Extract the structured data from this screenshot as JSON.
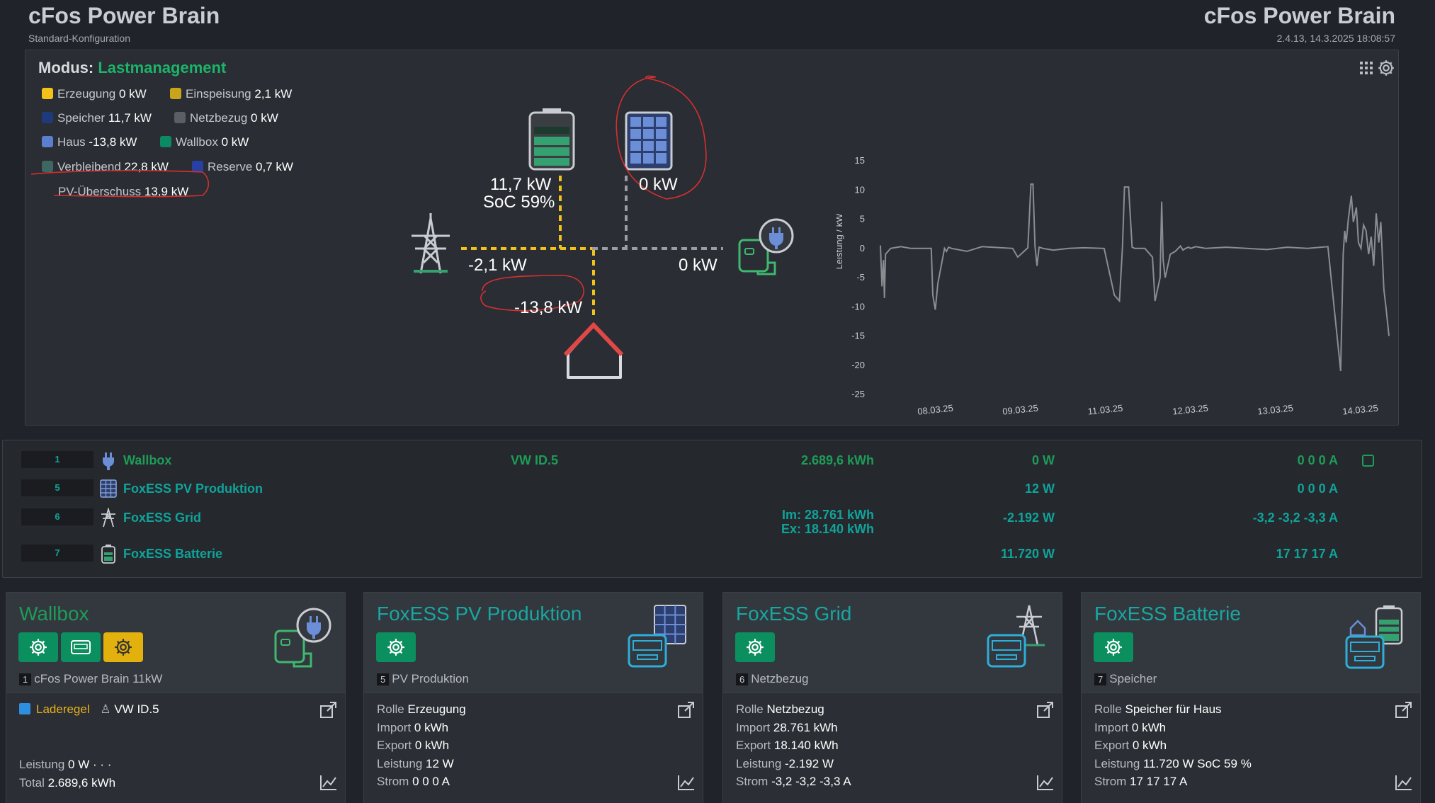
{
  "header": {
    "left_title": "cFos Power Brain",
    "left_sub": "Standard-Konfiguration",
    "right_title": "cFos Power Brain",
    "right_sub": "2.4.13, 14.3.2025 18:08:57"
  },
  "mode": {
    "label": "Modus:",
    "value": "Lastmanagement"
  },
  "legend": [
    {
      "label": "Erzeugung",
      "value": "0 kW",
      "color": "#f2c21b"
    },
    {
      "label": "Einspeisung",
      "value": "2,1 kW",
      "color": "#c9a319"
    },
    {
      "label": "Speicher",
      "value": "11,7 kW",
      "color": "#1e3a7a"
    },
    {
      "label": "Netzbezug",
      "value": "0 kW",
      "color": "#5b5e63"
    },
    {
      "label": "Haus",
      "value": "-13,8 kW",
      "color": "#5b7fcf"
    },
    {
      "label": "Wallbox",
      "value": "0 kW",
      "color": "#0b8a63"
    },
    {
      "label": "Verbleibend",
      "value": "22,8 kW",
      "color": "#3e6763"
    },
    {
      "label": "Reserve",
      "value": "0,7 kW",
      "color": "#2641a3"
    },
    {
      "label": "PV-Überschuss",
      "value": "13,9 kW",
      "color": ""
    }
  ],
  "flow": {
    "battery_kw": "11,7 kW",
    "battery_soc": "SoC 59%",
    "pv_kw": "0 kW",
    "grid_kw": "-2,1 kW",
    "wallbox_kw": "0 kW",
    "house_kw": "-13,8 kW"
  },
  "chart_data": {
    "type": "line",
    "ylabel": "Leistung / kW",
    "ylim": [
      -25,
      15
    ],
    "yticks": [
      15,
      10,
      5,
      0,
      -5,
      -10,
      -15,
      -20,
      -25
    ],
    "xticks": [
      "08.03.25",
      "09.03.25",
      "11.03.25",
      "12.03.25",
      "13.03.25",
      "14.03.25"
    ],
    "series": [
      {
        "color": "#8a8d92",
        "x": [
          0,
          0.3,
          0.6,
          0.8,
          1.0,
          2.0,
          4.0,
          6.0,
          10.0,
          10.3,
          10.8,
          11.3,
          12.6,
          13.0,
          13.4,
          14.0,
          17.0,
          20.0,
          26.0,
          27.0,
          29.0,
          29.6,
          30.0,
          30.4,
          30.8,
          31.2,
          32.0,
          34.0,
          37.0,
          40.0,
          44.0,
          46.0,
          47.0,
          47.6,
          48.0,
          48.8,
          49.5,
          50.0,
          52.0,
          53.5,
          54.0,
          54.5,
          55.0,
          55.3,
          55.6,
          56.0,
          57.0,
          58.0,
          59.0,
          59.5,
          60.0,
          60.6,
          61.0,
          62.0,
          64.0,
          68.0,
          72.0,
          76.0,
          80.0,
          84.0,
          88.0,
          90.5,
          91.0,
          91.3,
          91.6,
          92.0,
          92.6,
          93.0,
          93.6,
          94.0,
          94.5,
          95.0,
          95.5,
          96.0,
          96.5,
          97.0,
          97.5,
          98.0,
          98.4,
          99.0,
          99.4,
          100.0
        ],
        "y": [
          0.5,
          -6.5,
          -2,
          -8.5,
          -1,
          0,
          0.3,
          0,
          0,
          -8,
          -10.5,
          -6,
          0,
          -0.5,
          0.2,
          0,
          -0.5,
          0.3,
          0,
          -1.5,
          0.1,
          11,
          11,
          0.3,
          -3,
          0.2,
          0,
          -0.3,
          0,
          0.1,
          0,
          -8,
          -9,
          0.3,
          10.5,
          10.5,
          0.2,
          0,
          0,
          -1.5,
          -9,
          -7,
          -5,
          8,
          -2,
          -5,
          -1,
          -0.5,
          0.4,
          -0.3,
          0,
          0.2,
          0,
          0.3,
          0,
          0.2,
          0,
          -0.2,
          0.2,
          0,
          0.3,
          -21,
          -1,
          3,
          1,
          5,
          9,
          4.5,
          7,
          1,
          0,
          4,
          3,
          -1,
          2,
          -3,
          6,
          1,
          4.5,
          -7,
          -10,
          -15
        ]
      }
    ]
  },
  "table": [
    {
      "idx": "1",
      "name": "Wallbox",
      "car": "VW ID.5",
      "energy": "2.689,6 kWh",
      "power": "0 W",
      "current": "0 0 0 A",
      "icon": "plug-icon"
    },
    {
      "idx": "5",
      "name": "FoxESS PV Produktion",
      "car": "",
      "energy": "",
      "power": "12 W",
      "current": "0 0 0 A",
      "icon": "solar-panel-icon"
    },
    {
      "idx": "6",
      "name": "FoxESS Grid",
      "car": "",
      "energy_im": "Im: 28.761 kWh",
      "energy_ex": "Ex: 18.140 kWh",
      "power": "-2.192 W",
      "current": "-3,2 -3,2 -3,3 A",
      "icon": "pylon-icon"
    },
    {
      "idx": "7",
      "name": "FoxESS Batterie",
      "car": "",
      "energy": "",
      "power": "11.720 W",
      "current": "17 17 17 A",
      "icon": "battery-icon"
    }
  ],
  "cards": {
    "wallbox": {
      "title": "Wallbox",
      "idx": "1",
      "sub": "cFos Power Brain 11kW",
      "status": "Laderegel",
      "car": "VW ID.5",
      "leistung_label": "Leistung",
      "leistung": "0 W · · ·",
      "total_label": "Total",
      "total": "2.689,6 kWh"
    },
    "pv": {
      "title": "FoxESS PV Produktion",
      "idx": "5",
      "sub": "PV Produktion",
      "rolle_label": "Rolle",
      "rolle": "Erzeugung",
      "import_label": "Import",
      "import": "0 kWh",
      "export_label": "Export",
      "export": "0 kWh",
      "leistung_label": "Leistung",
      "leistung": "12 W",
      "strom_label": "Strom",
      "strom": "0 0 0 A"
    },
    "grid": {
      "title": "FoxESS Grid",
      "idx": "6",
      "sub": "Netzbezug",
      "rolle_label": "Rolle",
      "rolle": "Netzbezug",
      "import_label": "Import",
      "import": "28.761 kWh",
      "export_label": "Export",
      "export": "18.140 kWh",
      "leistung_label": "Leistung",
      "leistung": "-2.192 W",
      "strom_label": "Strom",
      "strom": "-3,2 -3,2 -3,3 A"
    },
    "battery": {
      "title": "FoxESS Batterie",
      "idx": "7",
      "sub": "Speicher",
      "rolle_label": "Rolle",
      "rolle": "Speicher für Haus",
      "import_label": "Import",
      "import": "0 kWh",
      "export_label": "Export",
      "export": "0 kWh",
      "leistung_label": "Leistung",
      "leistung": "11.720 W",
      "soc": "SoC 59 %",
      "strom_label": "Strom",
      "strom": "17 17 17 A"
    }
  }
}
